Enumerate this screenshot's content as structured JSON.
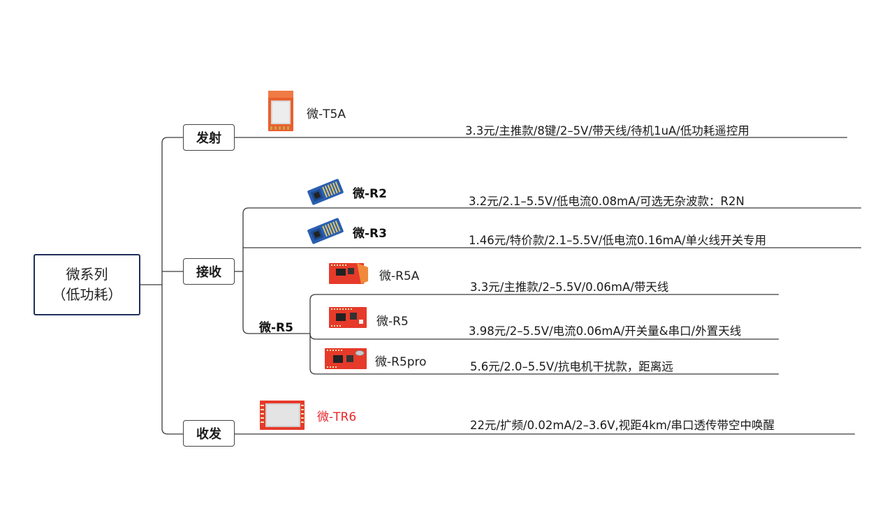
{
  "root": {
    "line1": "微系列",
    "line2": "（低功耗）"
  },
  "categories": {
    "transmit": "发射",
    "receive": "接收",
    "transceive": "收发"
  },
  "group_r5": "微-R5",
  "products": [
    {
      "name": "微-T5A",
      "icon": "t5a-module-image",
      "spec": "3.3元/主推款/8键/2–5V/带天线/待机1uA/低功耗遥控用"
    },
    {
      "name": "微-R2",
      "icon": "r2-module-image",
      "spec": "3.2元/2.1–5.5V/低电流0.08mA/可选无杂波款：R2N"
    },
    {
      "name": "微-R3",
      "icon": "r3-module-image",
      "spec": "1.46元/特价款/2.1–5.5V/低电流0.16mA/单火线开关专用"
    },
    {
      "name": "微-R5A",
      "icon": "r5a-module-image",
      "spec": "3.3元/主推款/2–5.5V/0.06mA/带天线"
    },
    {
      "name": "微-R5",
      "icon": "r5-module-image",
      "spec": "3.98元/2–5.5V/电流0.06mA/开关量&串口/外置天线"
    },
    {
      "name": "微-R5pro",
      "icon": "r5pro-module-image",
      "spec": "5.6元/2.0–5.5V/抗电机干扰款，距离远"
    },
    {
      "name": "微-TR6",
      "icon": "tr6-module-image",
      "spec": "22元/扩频/0.02mA/2–3.6V,视距4km/串口透传带空中唤醒"
    }
  ],
  "colors": {
    "connector": "#3a3a3a",
    "root_border": "#1f2f5c",
    "highlight_text": "#e8262b",
    "pcb_blue": "#2a5fb0",
    "pcb_red": "#e63a2a",
    "pcb_orange": "#e9602e"
  }
}
